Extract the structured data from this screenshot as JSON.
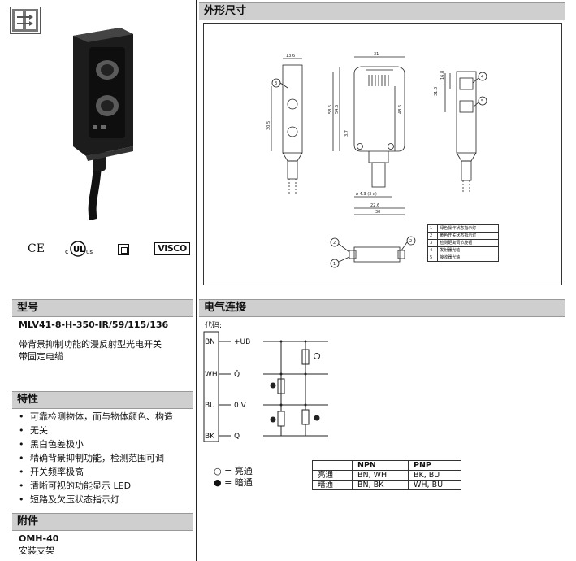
{
  "sections": {
    "dimensions": "外形尺寸",
    "electrical": "电气连接",
    "model": "型号",
    "features": "特性",
    "accessories": "附件"
  },
  "model": {
    "number": "MLV41-8-H-350-IR/59/115/136",
    "desc1": "带背景抑制功能的漫反射型光电开关",
    "desc2": "带固定电缆"
  },
  "features": [
    "可靠检测物体，而与物体颜色、构造",
    "无关",
    "黑白色差极小",
    "精确背景抑制功能，检测范围可调",
    "开关频率极高",
    "清晰可视的功能显示 LED",
    "短路及欠压状态指示灯"
  ],
  "accessory": {
    "name": "OMH-40",
    "desc": "安装支架"
  },
  "certs": {
    "ce": "CE",
    "ul": "c UL us",
    "visco": "VISCO"
  },
  "dimensions": {
    "labels": [
      "13.6",
      "31",
      "16.8",
      "31.3",
      "58.5",
      "54.6",
      "48.6",
      "30.5",
      "3.7",
      "ø 4.3 (3 x)",
      "22.6",
      "30"
    ],
    "callouts": [
      "1",
      "2",
      "3",
      "4",
      "5"
    ],
    "legend": [
      [
        "1",
        "绿色操作状态指示灯"
      ],
      [
        "2",
        "黄色开关状态指示灯"
      ],
      [
        "3",
        "检测距离调节旋钮"
      ],
      [
        "4",
        "发射器光轴"
      ],
      [
        "5",
        "接收器光轴"
      ]
    ]
  },
  "wiring": {
    "code_label": "代码:",
    "pins": [
      {
        "code": "BN",
        "signal": "+UB"
      },
      {
        "code": "WH",
        "signal": "Q̄"
      },
      {
        "code": "BU",
        "signal": "0 V"
      },
      {
        "code": "BK",
        "signal": "Q"
      }
    ],
    "legend_light": "○ = 亮通",
    "legend_dark": "● = 暗通",
    "table": {
      "headers": [
        "",
        "NPN",
        "PNP"
      ],
      "rows": [
        [
          "亮通",
          "BN, WH",
          "BK, BU"
        ],
        [
          "暗通",
          "BN, BK",
          "WH, BU"
        ]
      ]
    }
  }
}
